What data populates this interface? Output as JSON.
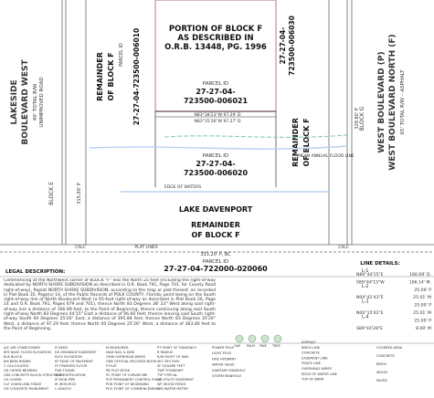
{
  "roads": {
    "left": {
      "line1": "LAKESIDE",
      "line2": "BOULEVARD WEST",
      "line3": "40' TOTAL R/W",
      "line4": "UNIMPROVED ROAD"
    },
    "right": {
      "line1": "WEST BOULEVARD (P)",
      "line2": "WEST BOULEVARD NORTH (F)",
      "line3": "65' TOTAL R/W – ASPHALT"
    }
  },
  "parcels": {
    "subject": {
      "l1": "PORTION OF BLOCK F",
      "l2": "AS DESCRIBED IN",
      "l3": "O.R.B. 13448, PG. 1996",
      "id_label": "PARCEL ID",
      "id1": "27-27-04-",
      "id2": "723500-006021"
    },
    "left": {
      "l1": "REMAINDER",
      "l2": "OF BLOCK F",
      "id": "27-27-04-723500-006010",
      "parcel_label": "PARCEL ID"
    },
    "right": {
      "l1": "REMAINDER",
      "l2": "OF BLOCK F",
      "id1": "27-27-04-",
      "id2": "723500-006030"
    },
    "south": {
      "id_label": "PARCEL ID",
      "id1": "27-27-04-",
      "id2": "723500-006020"
    },
    "bottom": {
      "l1": "REMAINDER",
      "l2": "OF BLOCK F",
      "id_label": "PARCEL ID",
      "id": "27-27-04-722000-020060"
    }
  },
  "labels": {
    "lake": "LAKE DAVENPORT",
    "block_e": "BLOCK E",
    "block_g": "BLOCK G",
    "flood_note": "MEAN ANNUAL FLOOD LINE",
    "water_edge": "EDGE OF WATERS",
    "bottom_dim": "333.20' P, BC",
    "dim_left": "315.00' P",
    "dim_right": "329.80' P",
    "calc_left": "CALC",
    "calc_right": "CALC",
    "plat_lines": "PLAT LINES",
    "line_n": "N83°38'23\"W  97.29' D",
    "line_s": "N83°35'26\"W  97.27' D"
  },
  "legal": {
    "heading": "LEGAL DESCRIPTION:",
    "text": "Commencing at the Northwest corner of BLOCK \"F\" less the North 25 feet (including the right-of-way dedicated by NORTH SHORE SUBDIVISION as described in O.R. Book 791, Page 701, for County Road right-of-way), Replat NORTH SHORE SUBDIVISION, according to the map or plat thereof, as recorded in Plat Book 35, Page(s) 14, of the Public Records of POLK COUNTY, Florida; point being on the South right-of-way line of North Boulevard West (a 65-foot right-of-way as described in Plat Book 26, Page 14 and O.R. Book 791, Pages 679 and 701), thence North 83 Degrees 38' 23\" West along said right-of-way line a distance of 166.69 feet, to the Point of Beginning; thence continuing along said South right-of-way North 83 Degrees 44'15\" East a distance of 96.60 feet; thence leaving said South right-of-way South 00 Degrees 25'26\" East, a distance of 395.84 feet; thence North 83 Degrees 35'26\" West, a distance of 97.29 feet; thence North 00 Degrees 25'26\" West, a distance of 363.80 feet to the Point of Beginning."
  },
  "line_details": {
    "heading": "LINE DETAILS:",
    "rows": [
      {
        "id": "L-1",
        "bearing": "N89°44'15\"E",
        "dist": "166.69' D."
      },
      {
        "id": "",
        "bearing": "S89°44'15\"W",
        "dist": "166.14' M."
      },
      {
        "id": "L-2",
        "bearing": "",
        "dist": "25.00' P"
      },
      {
        "id": "",
        "bearing": "N00°42'43\"E",
        "dist": "25.01' M"
      },
      {
        "id": "L-3",
        "bearing": "",
        "dist": "25.00' P"
      },
      {
        "id": "",
        "bearing": "N00°15'42\"E",
        "dist": "25.01' M"
      },
      {
        "id": "L-4",
        "bearing": "",
        "dist": "25.00' P"
      },
      {
        "id": "",
        "bearing": "S89°44'28\"E",
        "dist": "8.00' M"
      }
    ]
  },
  "abbreviations": {
    "col1": [
      "A/C  AIR CONDITIONER",
      "BFE  BASE FLOOD ELEVATION",
      "BLK  BLOCK",
      "BM  BENCHMARK",
      "C  CALCULATED",
      "CB  CHORD BEARING",
      "CBS  CONCRETE BLOCK STRUCTURE",
      "CH  CHORD",
      "CLF  CHAIN LINK FENCE",
      "CM  CONCRETE MONUMENT"
    ],
    "col2": [
      "D  DEED",
      "DE  DRAINAGE EASEMENT",
      "ELEV  ELEVATION",
      "EP  EDGE OF PAVEMENT",
      "FF  FINISHED FLOOR",
      "FND  FOUND",
      "ID  IDENTIFICATION",
      "IP  IRON PIPE",
      "IR  IRON ROD",
      "L  LENGTH"
    ],
    "col3": [
      "M  MEASURED",
      "N&D  NAIL & DISK",
      "OHW  OVERHEAD WIRES",
      "ORB  OFFICIAL RECORDS BOOK",
      "P  PLAT",
      "PB  PLAT BOOK",
      "PC  POINT OF CURVATURE",
      "PCP  PERMANENT CONTROL POINT",
      "POB  POINT OF BEGINNING",
      "POC  POINT OF COMMENCEMENT"
    ],
    "col4": [
      "PT  POINT OF TANGENCY",
      "R  RADIUS",
      "R/W  RIGHT OF WAY",
      "SEC  SECTION",
      "SF  SQUARE FEET",
      "TWP  TOWNSHIP",
      "TYP  TYPICAL",
      "UE  UTILITY EASEMENT",
      "WF  WOOD FENCE",
      "WM  WATER METER"
    ]
  },
  "symbols": {
    "col1": [
      "POWER POLE",
      "LIGHT POLE",
      "FIRE HYDRANT",
      "WATER VALVE",
      "SANITARY MANHOLE",
      "STORM MANHOLE"
    ],
    "col2": [
      "OAK",
      "PALM",
      "PINE",
      "TREE"
    ],
    "col3": [
      "ASPHALT",
      "BRICK LINE",
      "CONCRETE",
      "EASEMENT LINE",
      "FENCE LINE",
      "OVERHEAD WIRES",
      "EDGE OF WATER LINE",
      "TOP OF BANK"
    ],
    "col4": [
      "COVERED AREA",
      "CONCRETE",
      "BRICK",
      "WOOD",
      "PAVED"
    ]
  },
  "colors": {
    "subject_outline": "#c9a0a8",
    "flood_line": "#7ec8a6",
    "water_line": "#b7d2f0",
    "road_edge": "#555555"
  }
}
